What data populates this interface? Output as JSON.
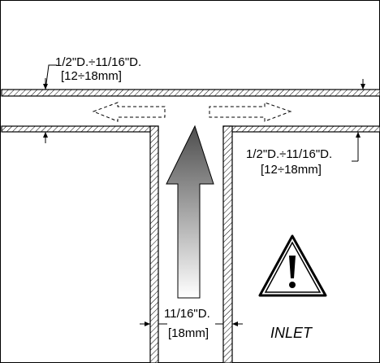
{
  "labels": {
    "top_dim_line1": "1/2\"D.÷11/16\"D.",
    "top_dim_line2": "[12÷18mm]",
    "right_dim_line1": "1/2\"D.÷11/16\"D.",
    "right_dim_line2": "[12÷18mm]",
    "bottom_dim_line1": "11/16\"D.",
    "bottom_dim_line2": "[18mm]",
    "inlet": "INLET"
  },
  "icons": {
    "warning": "warning-triangle-icon",
    "inlet_arrow": "arrow-up-icon",
    "left_arrow": "dashed-arrow-left-icon",
    "right_arrow": "dashed-arrow-right-icon"
  },
  "colors": {
    "line": "#000000",
    "background": "#ffffff",
    "arrow_dark": "#4d4d4d",
    "arrow_light": "#ffffff"
  }
}
